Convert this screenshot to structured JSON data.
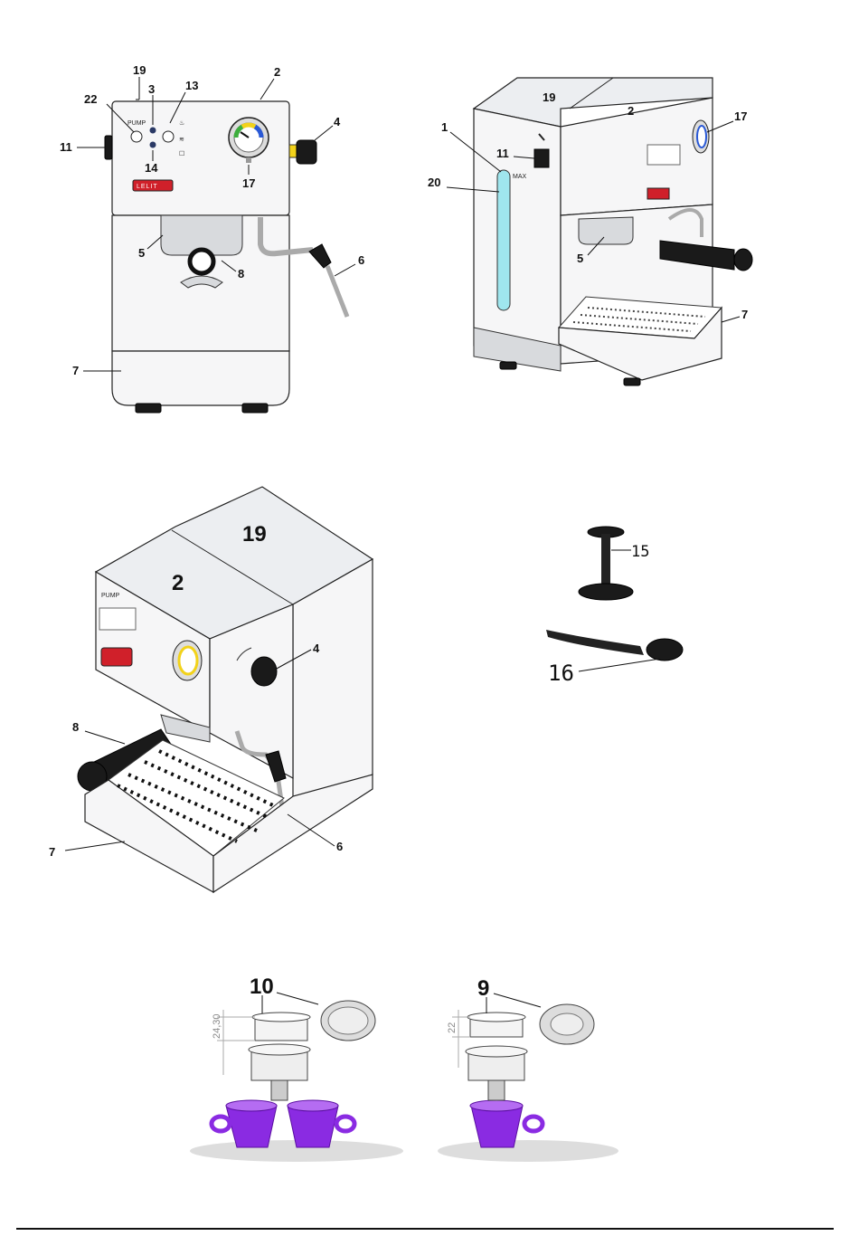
{
  "labels": {
    "front": {
      "c19": "19",
      "c22": "22",
      "c3": "3",
      "c13": "13",
      "c2": "2",
      "c11": "11",
      "c4": "4",
      "c14": "14",
      "c17": "17",
      "c5": "5",
      "c8": "8",
      "c6": "6",
      "c7": "7",
      "pump": "PUMP",
      "brand": "LELIT"
    },
    "side": {
      "c19": "19",
      "c2": "2",
      "c1": "1",
      "c17": "17",
      "c11": "11",
      "c20": "20",
      "c5": "5",
      "c7": "7",
      "max": "MAX"
    },
    "iso": {
      "c19": "19",
      "c2": "2",
      "c4": "4",
      "c8": "8",
      "c7": "7",
      "c6": "6",
      "pump": "PUMP"
    },
    "accessories": {
      "c15": "15",
      "c16": "16"
    },
    "filters": {
      "double_label": "10",
      "double_dim": "24,30",
      "single_label": "9",
      "single_dim": "22"
    }
  },
  "colors": {
    "water_window": "#9fe6ee",
    "brand_plate": "#d0202a",
    "cup": "#8a2be2",
    "gauge_green": "#3cae3c",
    "gauge_yellow": "#f2d21a",
    "gauge_red": "#e23a2a",
    "gauge_blue": "#2a59d6"
  }
}
